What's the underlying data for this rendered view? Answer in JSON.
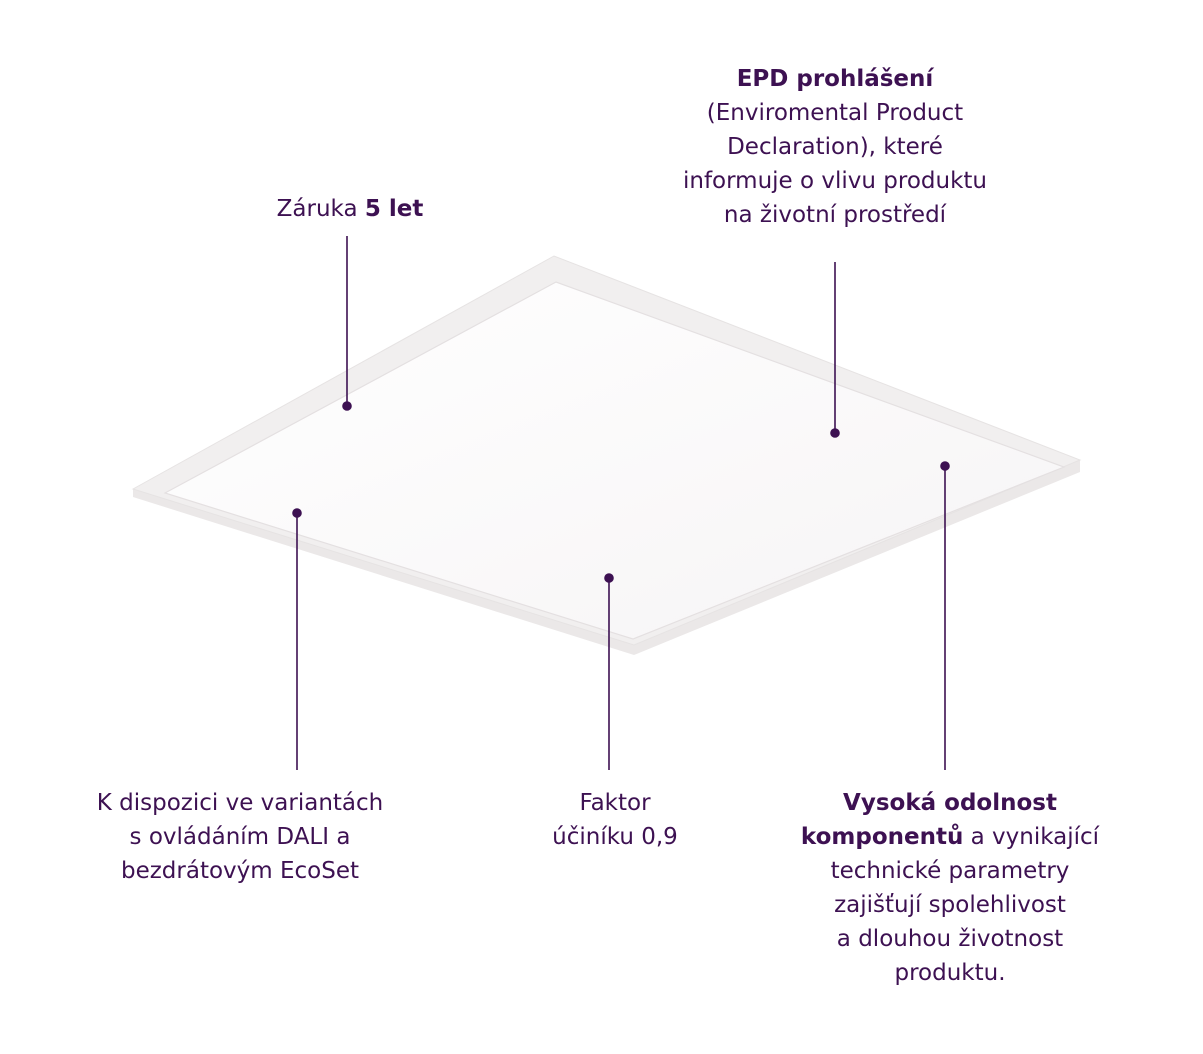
{
  "colors": {
    "accent": "#3d1152",
    "panel_face": "#fbfafb",
    "panel_frame": "#ebe8e8"
  },
  "callouts": {
    "warranty": {
      "text": "Záruka ",
      "bold": "5 let"
    },
    "epd": {
      "title": "EPD prohlášení",
      "lines": [
        "(Enviromental Product",
        "Declaration), které",
        "informuje o vlivu produktu",
        "na životní prostředí"
      ]
    },
    "dali": {
      "lines": [
        "K dispozici ve variantách",
        "s ovládáním DALI a",
        "bezdrátovým EcoSet"
      ]
    },
    "power_factor": {
      "lines": [
        "Faktor",
        "účiníku 0,9"
      ]
    },
    "durability": {
      "bold_1": "Vysoká odolnost",
      "bold_2": "komponentů",
      "rest_2": " a vynikající",
      "lines": [
        "technické parametry",
        "zajišťují spolehlivost",
        "a dlouhou životnost",
        "produktu."
      ]
    }
  }
}
